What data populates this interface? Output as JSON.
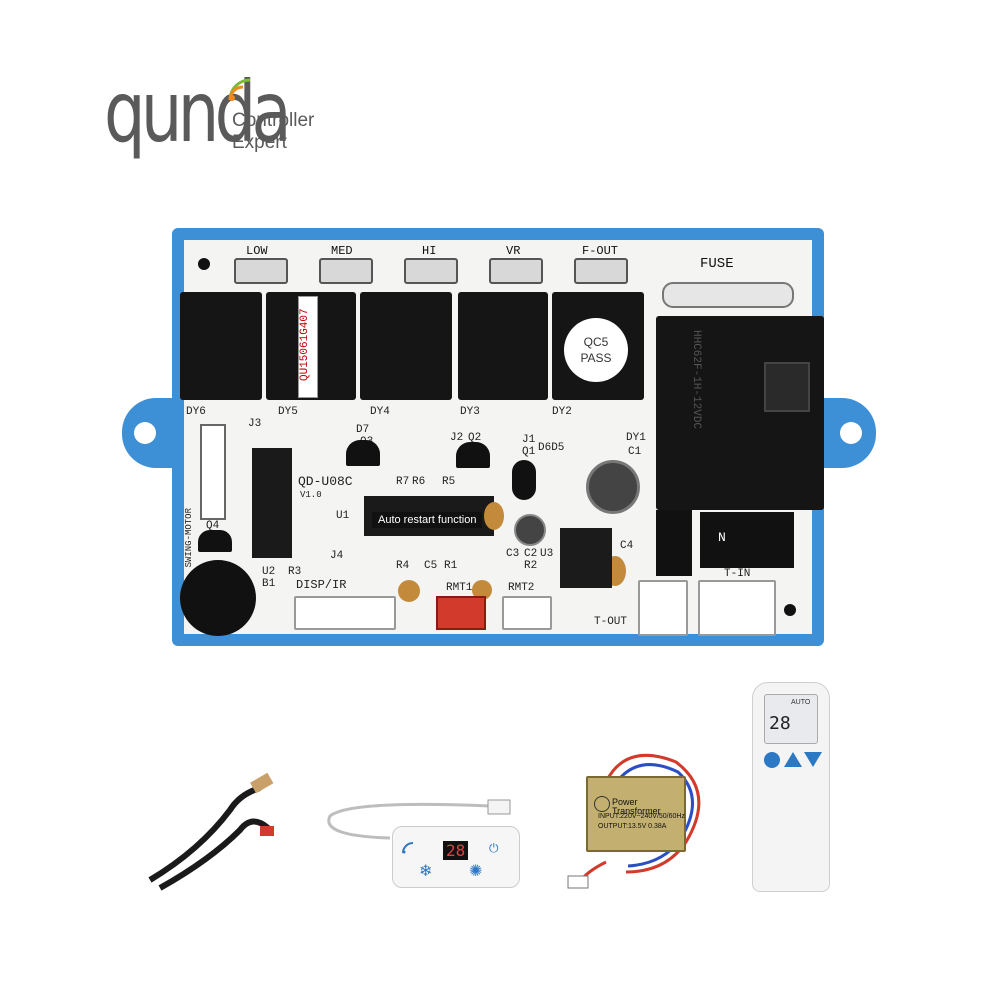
{
  "logo": {
    "word": "qunda",
    "line1": "Controller",
    "line2": "Expert"
  },
  "board": {
    "terminals": [
      "LOW",
      "MED",
      "HI",
      "VR",
      "F-OUT"
    ],
    "fuse_label": "FUSE",
    "serial_sticker": "QU15061G407",
    "qc_sticker_1": "QC5",
    "qc_sticker_2": "PASS",
    "model": "QD-U08C",
    "version": "V1.0",
    "chip_label": "Auto restart function",
    "connectors": {
      "disp": "DISP/IR",
      "rmt1": "RMT1",
      "rmt2": "RMT2",
      "tout": "T-OUT",
      "tin": "T-IN",
      "n": "N"
    },
    "relays": [
      "DY6",
      "DY5",
      "DY4",
      "DY3",
      "DY2",
      "DY1"
    ],
    "silk": [
      "J3",
      "D7",
      "Q3",
      "J2",
      "Q2",
      "J1",
      "Q1",
      "D6D5",
      "C1",
      "R7",
      "R6",
      "R5",
      "U1",
      "J4",
      "R4",
      "C5",
      "R1",
      "C3",
      "C2",
      "U3",
      "R2",
      "C4",
      "Q4",
      "U2",
      "R3",
      "B1",
      "SWING-MOTOR"
    ],
    "relay_big_text": "HHC62F-1H-12VDC"
  },
  "accessories": {
    "display_digits": "28",
    "remote_digits": "28",
    "remote_mode": "AUTO",
    "transformer_title": "Power Transformer",
    "transformer_input": "INPUT:220V~240V/50/60Hz",
    "transformer_output": "OUTPUT:13.5V 0.38A"
  },
  "colors": {
    "board_frame": "#3d8fd6",
    "logo_gray": "#5a5a5a",
    "wifi_green": "#7dbb34",
    "wifi_orange": "#f08a1c"
  }
}
